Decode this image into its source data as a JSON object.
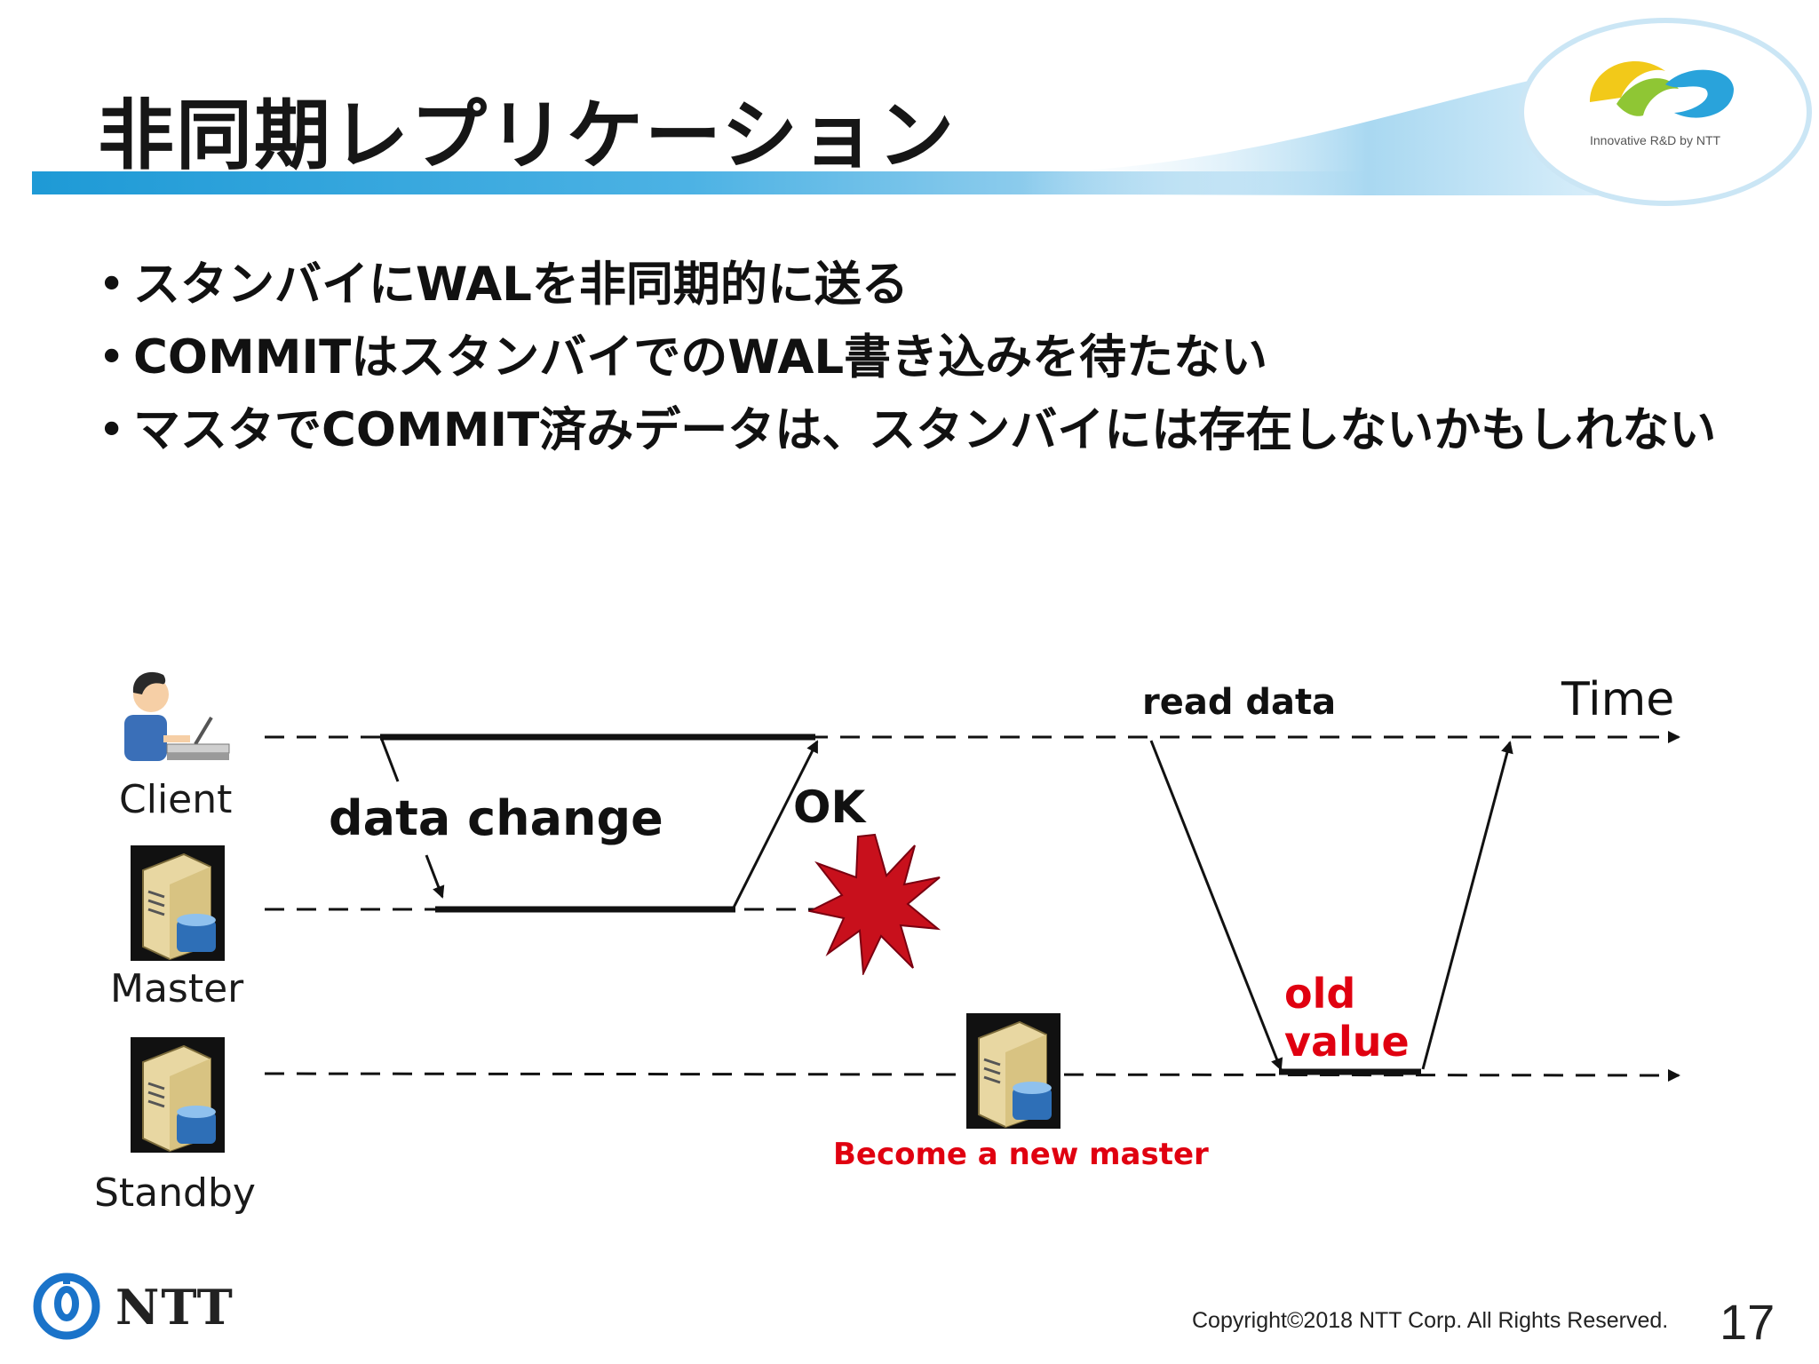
{
  "slide": {
    "title": "非同期レプリケーション",
    "bullets": [
      "スタンバイにWALを非同期的に送る",
      "COMMITはスタンバイでのWAL書き込みを待たない",
      "マスタでCOMMIT済みデータは、スタンバイには存在しないかもしれない"
    ]
  },
  "header": {
    "logo_caption": "Innovative R&D by NTT"
  },
  "diagram": {
    "roles": {
      "client": "Client",
      "master": "Master",
      "standby": "Standby"
    },
    "labels": {
      "data_change": "data change",
      "ok": "OK",
      "read_data": "read data",
      "time": "Time",
      "old_value_line1": "old",
      "old_value_line2": "value",
      "become_master": "Become a new master"
    },
    "icons": [
      "client-person-icon",
      "master-server-icon",
      "standby-server-icon",
      "failure-burst-icon",
      "new-master-server-icon"
    ]
  },
  "footer": {
    "brand": "NTT",
    "copyright": "Copyright©2018  NTT Corp. All Rights Reserved.",
    "page_number": "17"
  },
  "colors": {
    "accent_blue": "#1e9ad6",
    "alert_red": "#e00010",
    "burst_red": "#c8101c"
  }
}
